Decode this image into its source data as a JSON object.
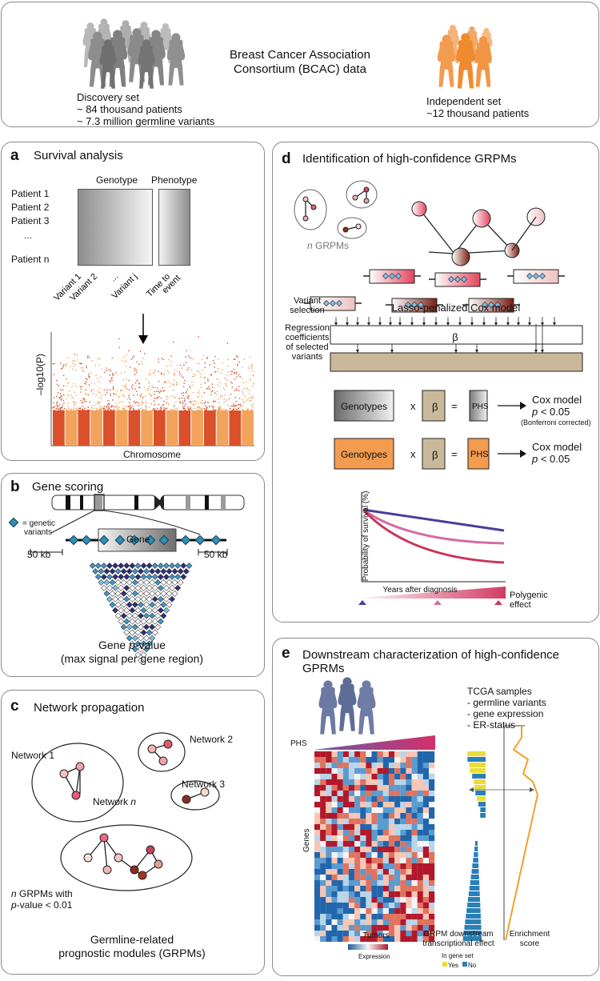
{
  "top": {
    "title_line1": "Breast Cancer Association",
    "title_line2": "Consortium (BCAC) data",
    "discovery_label": "Discovery set",
    "discovery_patients": "~ 84  thousand patients",
    "discovery_variants": "~ 7.3 million germline variants",
    "independent_label": "Independent set",
    "independent_patients": "~12 thousand patients",
    "colors": {
      "discovery_people": "#8c8c8c",
      "independent_people": "#f28b2d"
    }
  },
  "panel_a": {
    "letter": "a",
    "title": "Survival analysis",
    "genotype_label": "Genotype",
    "phenotype_label": "Phenotype",
    "patients": [
      "Patient 1",
      "Patient 2",
      "Patient 3",
      "...",
      "Patient n"
    ],
    "variants": [
      "Variant 1",
      "Variant 2",
      "...",
      "Variant j"
    ],
    "time_label_1": "Time to",
    "time_label_2": "event",
    "ylabel": "–log10(P)",
    "xlabel": "Chromosome",
    "colors": {
      "dark": "#d9502b",
      "light": "#f2a35c"
    }
  },
  "panel_b": {
    "letter": "b",
    "title": "Gene scoring",
    "legend_line1": "= genetic",
    "legend_line2": "variants",
    "gene_label": "Gene",
    "flank_left": "50 kb",
    "flank_right": "50 kb",
    "pvalue_prefix": "Gene ",
    "pvalue_p": "p",
    "pvalue_suffix": "-value",
    "pvalue_sub": "(max signal per gene region)",
    "colors": {
      "variant": "#2f8fb5",
      "ld_dark": "#2e2f7a",
      "ld_mid": "#3f95c6"
    }
  },
  "panel_c": {
    "letter": "c",
    "title": "Network propagation",
    "net1": "Network 1",
    "net2": "Network 2",
    "net3": "Network 3",
    "netn_prefix": "Network ",
    "netn_n": "n",
    "grpm_n": "n",
    "grpm_line1": " GRPMs with",
    "grpm_p": "p",
    "grpm_line2": "-value < 0.01",
    "footer_line1": "Germline-related",
    "footer_line2": "prognostic modules (GRPMs)"
  },
  "panel_d": {
    "letter": "d",
    "title": "Identification of high-confidence GRPMs",
    "ngrpms_n": "n",
    "ngrpms_rest": " GRPMs",
    "variant_sel_1": "Variant",
    "variant_sel_2": "selection",
    "lasso": "Lasso-penalized Cox model",
    "reg_1": "Regression",
    "reg_2": "coefficients",
    "reg_3": "of selected",
    "reg_4": "variants",
    "beta": "β",
    "genotypes": "Genotypes",
    "times": "x",
    "equals": "=",
    "phs": "PHS",
    "cox1": "Cox model",
    "cox1_p": "p",
    "cox1_val": " < 0.05",
    "cox1_note": "(Bonferroni corrected)",
    "cox2": "Cox model",
    "cox2_p": "p",
    "cox2_val": " < 0.05",
    "km_ylabel": "Probability of survival (%)",
    "km_xlabel": "Years after diagnosis",
    "polygenic_1": "Polygenic",
    "polygenic_2": "effect",
    "colors": {
      "beta": "#c9b99a",
      "orange": "#f39b4f",
      "curve1": "#4a3e9c",
      "curve2": "#d56aa3",
      "curve3": "#c9365a"
    }
  },
  "panel_e": {
    "letter": "e",
    "title": "Downstream characterization of high-confidence GPRMs",
    "tcga": "TCGA samples",
    "item1": "- germline variants",
    "item2": "- gene expression",
    "item3": "- ER-status",
    "phs": "PHS",
    "genes": "Genes",
    "tumors": "Tumors",
    "effect_1": "GRPM downstream",
    "effect_2": "transcriptional effect",
    "enrich_1": "Enrichment",
    "enrich_2": "score",
    "expression": "Expression",
    "in_gene_set": "In gene set",
    "yes": "Yes",
    "no": "No",
    "colors": {
      "yes": "#e9dd3a",
      "no": "#2a7fb8",
      "enrich": "#f0a12a",
      "people": "#5e6d98"
    }
  }
}
